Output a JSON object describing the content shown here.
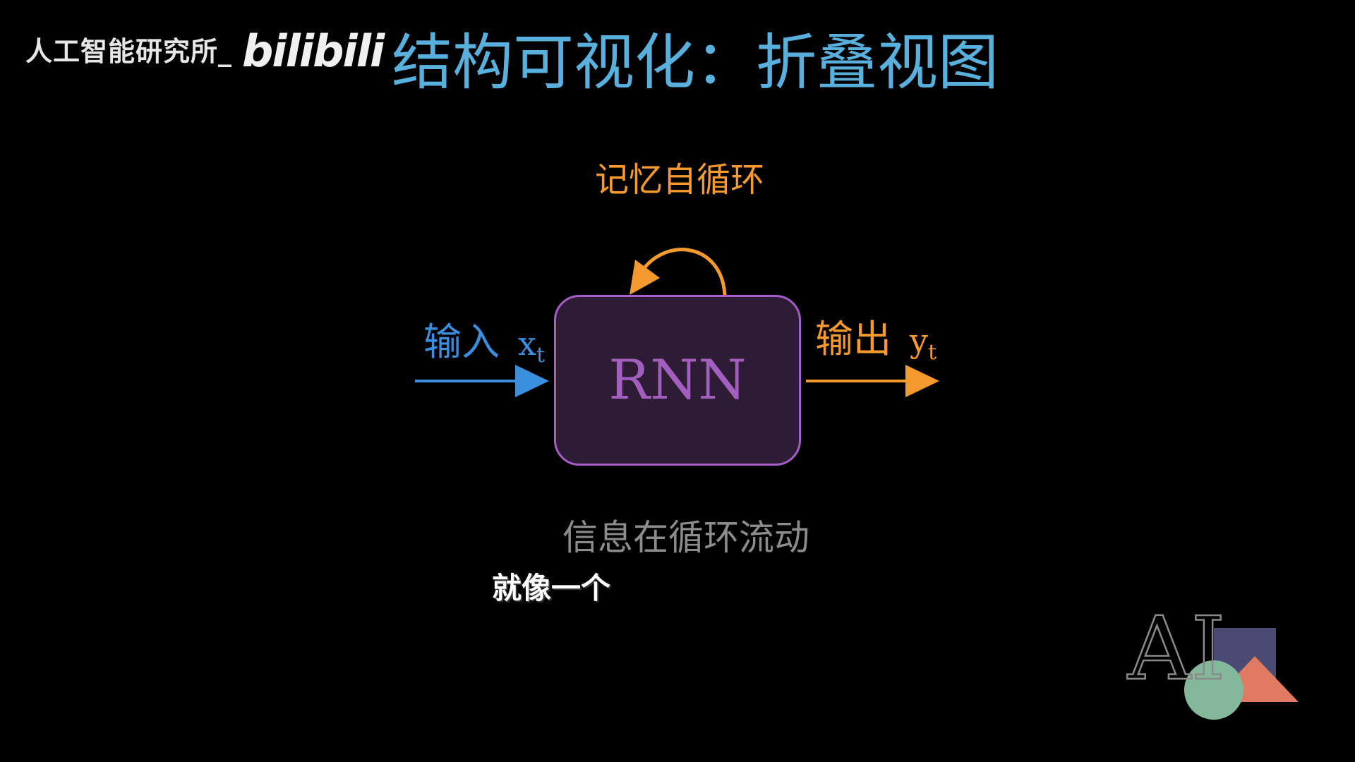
{
  "watermark": {
    "text": "人工智能研究所_",
    "logo": "bilibili"
  },
  "title": "结构可视化：折叠视图",
  "diagram": {
    "loop_label": "记忆自循环",
    "input_label": "输入",
    "input_var": "x",
    "input_sub": "t",
    "node_label": "RNN",
    "output_label": "输出",
    "output_var": "y",
    "output_sub": "t",
    "caption": "信息在循环流动"
  },
  "subtitle": "就像一个",
  "logo": {
    "text": "AI"
  },
  "colors": {
    "title": "#5ab0dc",
    "input": "#3a8fde",
    "output": "#f49a2e",
    "node_border": "#a55ec8",
    "node_fill": "#2d1c34",
    "caption": "#8c8c8c",
    "logo_square": "#4b4a72",
    "logo_circle": "#84b89a",
    "logo_triangle": "#e07a62"
  }
}
